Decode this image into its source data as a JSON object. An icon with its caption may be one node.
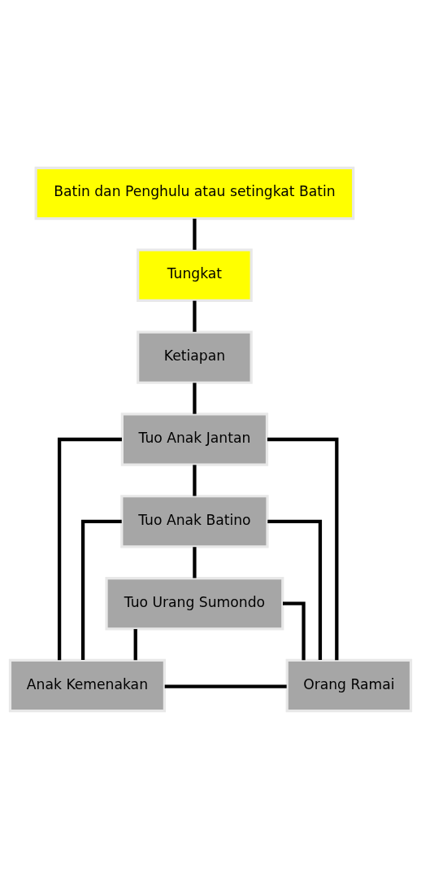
{
  "diagram": {
    "nodes": [
      {
        "text": [
          "Batin dan Penghulu atau setingkat Batin"
        ]
      },
      {
        "text": [
          "Tungkat"
        ]
      },
      {
        "text": [
          "Ketiapan"
        ]
      },
      {
        "text": [
          "Tuo Anak Jantan"
        ]
      },
      {
        "text": [
          "Tuo Anak Batino"
        ]
      },
      {
        "text": [
          "Tuo Urang Sumondo"
        ]
      },
      {
        "text": [
          "Anak Kemenakan"
        ]
      },
      {
        "text": [
          "Orang Ramai"
        ]
      }
    ],
    "edges": [
      {
        "from": 0,
        "to": 1,
        "arrow": "none"
      },
      {
        "from": 1,
        "to": 2,
        "arrow": "none"
      },
      {
        "from": 2,
        "to": 3,
        "arrow": "none"
      },
      {
        "from": 3,
        "to": 4,
        "arrow": "none"
      },
      {
        "from": 4,
        "to": 5,
        "arrow": "none"
      },
      {
        "from": 3,
        "to": 6,
        "arrow": "none"
      },
      {
        "from": 4,
        "to": 6,
        "arrow": "none"
      },
      {
        "from": 5,
        "to": 6,
        "arrow": "none"
      },
      {
        "from": 3,
        "to": 7,
        "arrow": "none"
      },
      {
        "from": 4,
        "to": 7,
        "arrow": "none"
      },
      {
        "from": 5,
        "to": 7,
        "arrow": "none"
      },
      {
        "from": 6,
        "to": 7,
        "arrow": "none"
      }
    ]
  }
}
